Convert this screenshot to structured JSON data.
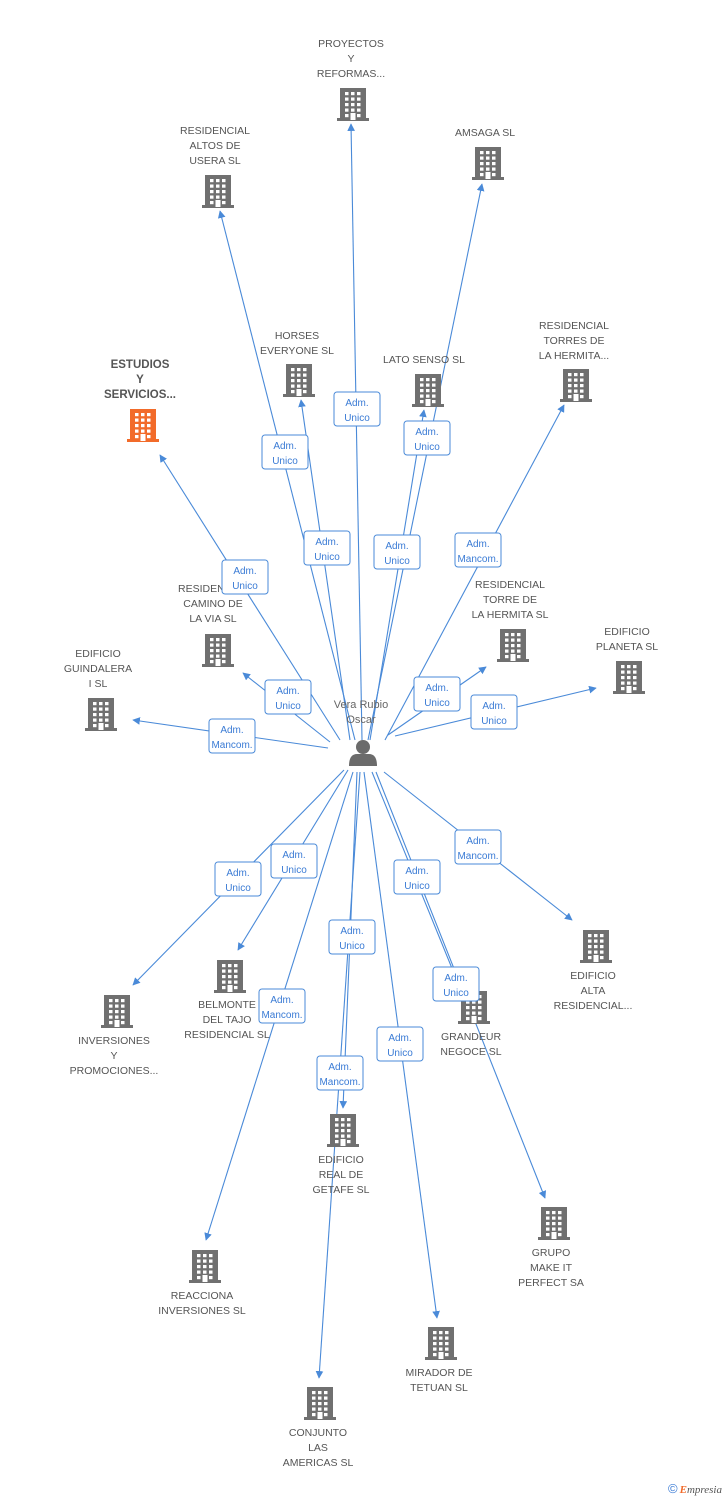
{
  "center": {
    "label": [
      "Vera Rubio",
      "Oscar"
    ]
  },
  "colors": {
    "edge": "#4a8ad8",
    "building": "#707070",
    "focus": "#f26b2a",
    "person": "#6b6b6b",
    "role_text": "#3a7bd5",
    "role_border": "#4a8ad8"
  },
  "companies": [
    {
      "id": "proyectos",
      "label": [
        "PROYECTOS",
        "Y",
        "REFORMAS..."
      ],
      "role": [
        "Adm.",
        "Unico"
      ]
    },
    {
      "id": "altos-usera",
      "label": [
        "RESIDENCIAL",
        "ALTOS DE",
        "USERA SL"
      ],
      "role": [
        "Adm.",
        "Unico"
      ]
    },
    {
      "id": "amsaga",
      "label": [
        "AMSAGA SL"
      ],
      "role": [
        "Adm.",
        "Unico"
      ]
    },
    {
      "id": "horses",
      "label": [
        "HORSES",
        "EVERYONE SL"
      ],
      "role": [
        "Adm.",
        "Unico"
      ]
    },
    {
      "id": "lato-senso",
      "label": [
        "LATO SENSO SL"
      ],
      "role": [
        "Adm.",
        "Unico"
      ]
    },
    {
      "id": "torres-hermita",
      "label": [
        "RESIDENCIAL",
        "TORRES DE",
        "LA HERMITA..."
      ],
      "role": [
        "Adm.",
        "Mancom."
      ]
    },
    {
      "id": "estudios",
      "label": [
        "ESTUDIOS",
        "Y",
        "SERVICIOS..."
      ],
      "role": [
        "Adm.",
        "Unico"
      ],
      "focus": true
    },
    {
      "id": "camino-via",
      "label": [
        "RESIDENCIAL",
        "CAMINO DE",
        "LA VIA SL"
      ],
      "role": [
        "Adm.",
        "Unico"
      ]
    },
    {
      "id": "torre-hermita",
      "label": [
        "RESIDENCIAL",
        "TORRE DE",
        "LA HERMITA SL"
      ],
      "role": [
        "Adm.",
        "Unico"
      ]
    },
    {
      "id": "planeta",
      "label": [
        "EDIFICIO",
        "PLANETA SL"
      ],
      "role": [
        "Adm.",
        "Unico"
      ]
    },
    {
      "id": "guindalera",
      "label": [
        "EDIFICIO",
        "GUINDALERA",
        "I SL"
      ],
      "role": [
        "Adm.",
        "Mancom."
      ]
    },
    {
      "id": "inversiones",
      "label": [
        "INVERSIONES",
        "Y",
        "PROMOCIONES..."
      ],
      "role": [
        "Adm.",
        "Unico"
      ]
    },
    {
      "id": "belmonte",
      "label": [
        "BELMONTE",
        "DEL TAJO",
        "RESIDENCIAL SL"
      ],
      "role": [
        "Adm.",
        "Unico"
      ]
    },
    {
      "id": "alta-residencial",
      "label": [
        "EDIFICIO",
        "ALTA",
        "RESIDENCIAL..."
      ],
      "role": [
        "Adm.",
        "Mancom."
      ]
    },
    {
      "id": "grandeur",
      "label": [
        "GRANDEUR",
        "NEGOCE SL"
      ],
      "role": [
        "Adm.",
        "Unico"
      ]
    },
    {
      "id": "real-getafe",
      "label": [
        "EDIFICIO",
        "REAL DE",
        "GETAFE SL"
      ],
      "role": [
        "Adm.",
        "Unico"
      ]
    },
    {
      "id": "reacciona",
      "label": [
        "REACCIONA",
        "INVERSIONES SL"
      ],
      "role": [
        "Adm.",
        "Mancom."
      ]
    },
    {
      "id": "make-it-perfect",
      "label": [
        "GRUPO",
        "MAKE IT",
        "PERFECT SA"
      ],
      "role": [
        "Adm.",
        "Unico"
      ]
    },
    {
      "id": "mirador-tetuan",
      "label": [
        "MIRADOR DE",
        "TETUAN SL"
      ],
      "role": [
        "Adm.",
        "Unico"
      ]
    },
    {
      "id": "conjunto-americas",
      "label": [
        "CONJUNTO",
        "LAS",
        "AMERICAS SL"
      ],
      "role": [
        "Adm.",
        "Mancom."
      ]
    }
  ],
  "watermark": {
    "symbol": "©",
    "brand_initial": "E",
    "brand_rest": "mpresia"
  }
}
